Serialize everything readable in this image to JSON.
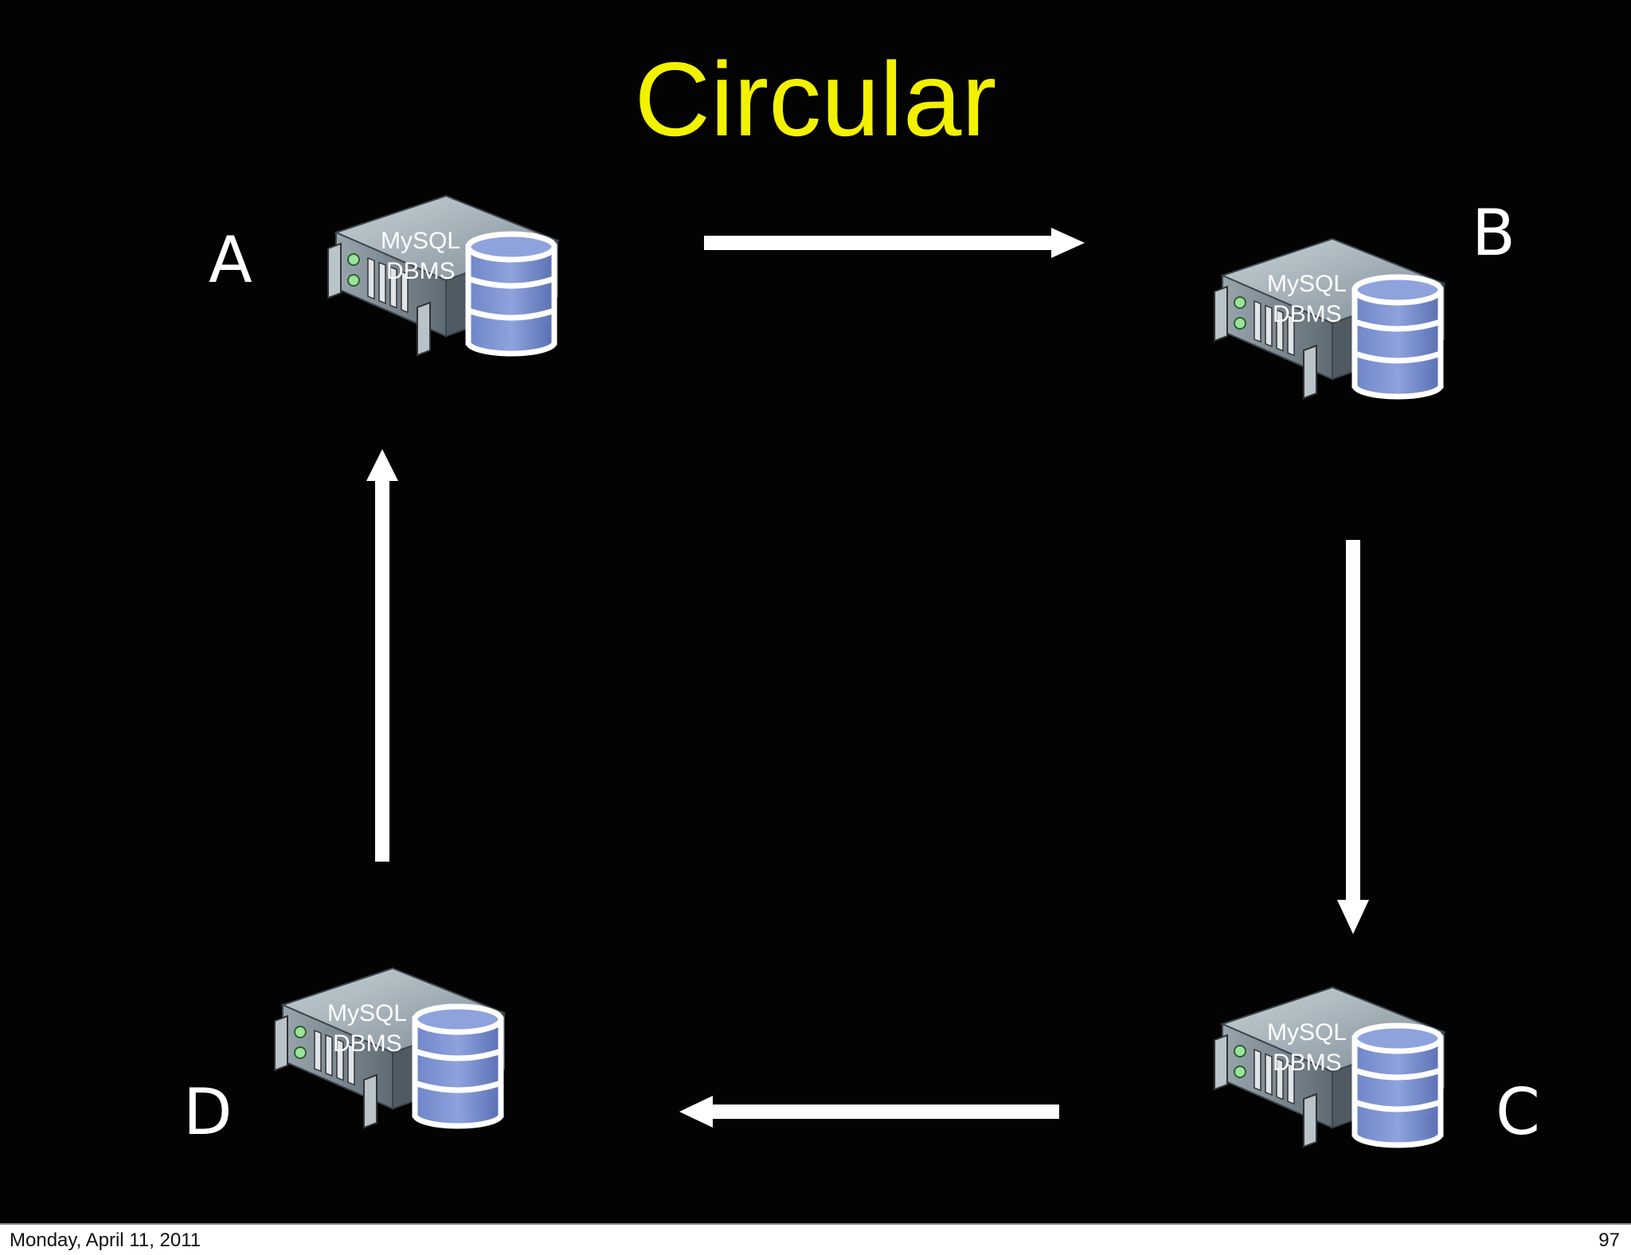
{
  "slide": {
    "title": "Circular",
    "title_color": "#f2f200",
    "background": "#030303"
  },
  "nodes": [
    {
      "id": "A",
      "letter": "A",
      "server_line1": "MySQL",
      "server_line2": "DBMS"
    },
    {
      "id": "B",
      "letter": "B",
      "server_line1": "MySQL",
      "server_line2": "DBMS"
    },
    {
      "id": "C",
      "letter": "C",
      "server_line1": "MySQL",
      "server_line2": "DBMS"
    },
    {
      "id": "D",
      "letter": "D",
      "server_line1": "MySQL",
      "server_line2": "DBMS"
    }
  ],
  "edges": [
    {
      "from": "A",
      "to": "B"
    },
    {
      "from": "B",
      "to": "C"
    },
    {
      "from": "C",
      "to": "D"
    },
    {
      "from": "D",
      "to": "A"
    }
  ],
  "footer": {
    "date": "Monday, April 11, 2011",
    "page": "97"
  },
  "icons": {
    "server": "database-server-icon"
  }
}
